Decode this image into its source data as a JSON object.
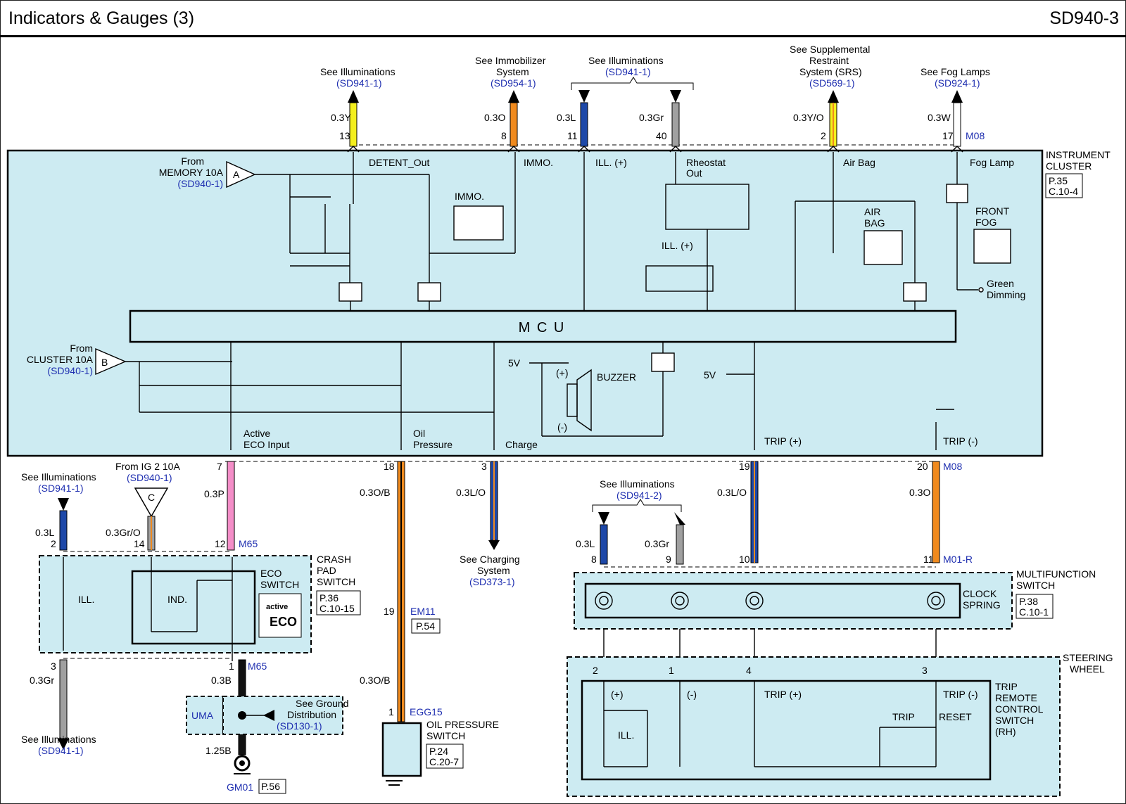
{
  "header": {
    "title": "Indicators & Gauges (3)",
    "page_code": "SD940-3"
  },
  "colors": {
    "panel": "#cdebf2",
    "yellow": "#f4ef1e",
    "orange": "#f08a1e",
    "blue": "#1d48a8",
    "gray": "#a0a0a0",
    "pink": "#f48ec8",
    "ref": "#1f2fb0"
  },
  "top_connectors": [
    {
      "ref_label": "See Illuminations",
      "ref_code": "(SD941-1)",
      "wire": "0.3Y",
      "pin": "13",
      "signal": "DETENT_Out"
    },
    {
      "ref_label_1": "See Immobilizer",
      "ref_label_2": "System",
      "ref_code": "(SD954-1)",
      "wire": "0.3O",
      "pin": "8",
      "signal": "IMMO."
    },
    {
      "ref_label": "See Illuminations",
      "ref_code": "(SD941-1)",
      "wire": "0.3L",
      "pin": "11",
      "signal": "ILL. (+)"
    },
    {
      "wire": "0.3Gr",
      "pin": "40",
      "signal_1": "Rheostat",
      "signal_2": "Out"
    },
    {
      "ref_label_1": "See Supplemental",
      "ref_label_2": "Restraint",
      "ref_label_3": "System (SRS)",
      "ref_code": "(SD569-1)",
      "wire": "0.3Y/O",
      "pin": "2",
      "signal": "Air Bag"
    },
    {
      "ref_label": "See Fog Lamps",
      "ref_code": "(SD924-1)",
      "wire": "0.3W",
      "pin": "17",
      "conn": "M08",
      "signal": "Fog Lamp"
    }
  ],
  "cluster": {
    "label_1": "INSTRUMENT",
    "label_2": "CLUSTER",
    "page_ref": "P.35",
    "conn_ref": "C.10-4",
    "from_a_1": "From",
    "from_a_2": "MEMORY 10A",
    "from_a_ref": "(SD940-1)",
    "a_mark": "A",
    "from_b_1": "From",
    "from_b_2": "CLUSTER 10A",
    "from_b_ref": "(SD940-1)",
    "b_mark": "B",
    "immo_label": "IMMO.",
    "ill_plus": "ILL. (+)",
    "airbag_1": "AIR",
    "airbag_2": "BAG",
    "fog_1": "FRONT",
    "fog_2": "FOG",
    "green_1": "Green",
    "green_2": "Dimming",
    "mcu": "M      C      U",
    "five_v": "5V",
    "buzzer": "BUZZER",
    "plus": "(+)",
    "minus": "(-)"
  },
  "bottom_connectors": [
    {
      "signal_1": "Active",
      "signal_2": "ECO Input",
      "pin": "7",
      "wire": "0.3P"
    },
    {
      "signal_1": "Oil",
      "signal_2": "Pressure",
      "pin": "18",
      "wire": "0.3O/B"
    },
    {
      "signal": "Charge",
      "pin": "3",
      "wire": "0.3L/O"
    },
    {
      "signal": "TRIP (+)",
      "pin": "19",
      "wire": "0.3L/O"
    },
    {
      "signal": "TRIP (-)",
      "pin": "20",
      "wire": "0.3O",
      "conn": "M08"
    }
  ],
  "crash_pad": {
    "label_1": "CRASH",
    "label_2": "PAD",
    "label_3": "SWITCH",
    "page_ref": "P.36",
    "conn_ref": "C.10-15",
    "see_ill": "See Illuminations",
    "see_ill_ref": "(SD941-1)",
    "from_ig": "From IG 2 10A",
    "from_ig_ref": "(SD940-1)",
    "c_mark": "C",
    "wire_l": "0.3L",
    "wire_gro": "0.3Gr/O",
    "pin_2": "2",
    "pin_14": "14",
    "pin_12": "12",
    "conn": "M65",
    "ill": "ILL.",
    "ind": "IND.",
    "eco_1": "ECO",
    "eco_2": "SWITCH",
    "badge_1": "active",
    "badge_2": "ECO",
    "pin_3": "3",
    "wire_gr": "0.3Gr",
    "bottom_ill": "See Illuminations",
    "bottom_ill_ref": "(SD941-1)",
    "pin_1": "1",
    "conn_b": "M65",
    "wire_b": "0.3B",
    "uma": "UMA",
    "gd_1": "See Ground",
    "gd_2": "Distribution",
    "gd_ref": "(SD130-1)",
    "wire_125": "1.25B",
    "ground": "GM01",
    "ground_page": "P.56"
  },
  "oil": {
    "pin_19": "19",
    "em": "EM11",
    "page": "P.54",
    "wire": "0.3O/B",
    "pin_1": "1",
    "egg": "EGG15",
    "sw_1": "OIL PRESSURE",
    "sw_2": "SWITCH",
    "page_ref": "P.24",
    "conn_ref": "C.20-7"
  },
  "charging": {
    "label_1": "See Charging",
    "label_2": "System",
    "ref": "(SD373-1)"
  },
  "multifunction": {
    "see_ill": "See Illuminations",
    "see_ill_ref": "(SD941-2)",
    "wire_l": "0.3L",
    "wire_gr": "0.3Gr",
    "pins": [
      "8",
      "9",
      "10",
      "11"
    ],
    "conn": "M01-R",
    "clock_1": "CLOCK",
    "clock_2": "SPRING",
    "label_1": "MULTIFUNCTION",
    "label_2": "SWITCH",
    "page_ref": "P.38",
    "conn_ref": "C.10-1"
  },
  "steering": {
    "label_1": "STEERING",
    "label_2": "WHEEL",
    "pins": [
      "2",
      "1",
      "4",
      "3"
    ],
    "plus": "(+)",
    "minus": "(-)",
    "trip_plus": "TRIP (+)",
    "trip_minus": "TRIP (-)",
    "ill": "ILL.",
    "trip": "TRIP",
    "reset": "RESET",
    "sw_1": "TRIP",
    "sw_2": "REMOTE",
    "sw_3": "CONTROL",
    "sw_4": "SWITCH",
    "sw_5": "(RH)"
  }
}
